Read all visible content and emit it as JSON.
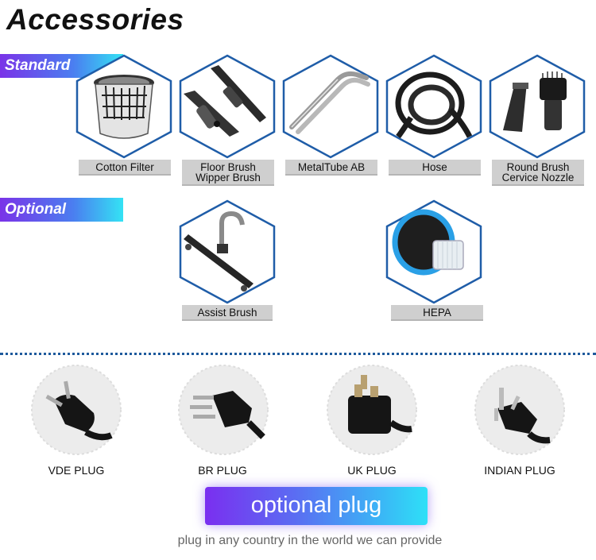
{
  "page": {
    "title": "Accessories",
    "standard_label": "Standard",
    "optional_label": "Optional"
  },
  "standard_items": [
    {
      "lines": [
        "Cotton Filter"
      ],
      "icon": "cotton-filter-icon"
    },
    {
      "lines": [
        "Floor Brush",
        "Wipper Brush"
      ],
      "icon": "floor-brush-icon"
    },
    {
      "lines": [
        "MetalTube AB"
      ],
      "icon": "metal-tube-icon"
    },
    {
      "lines": [
        "Hose"
      ],
      "icon": "hose-icon"
    },
    {
      "lines": [
        "Round Brush",
        "Cervice Nozzle"
      ],
      "icon": "round-brush-icon"
    }
  ],
  "optional_items": [
    {
      "lines": [
        "Assist Brush"
      ],
      "icon": "assist-brush-icon"
    },
    {
      "lines": [
        "HEPA"
      ],
      "icon": "hepa-filter-icon"
    }
  ],
  "plugs": [
    {
      "label": "VDE PLUG",
      "icon": "vde-plug-icon"
    },
    {
      "label": "BR PLUG",
      "icon": "br-plug-icon"
    },
    {
      "label": "UK PLUG",
      "icon": "uk-plug-icon"
    },
    {
      "label": "INDIAN PLUG",
      "icon": "indian-plug-icon"
    }
  ],
  "plug_section": {
    "button_label": "optional plug",
    "tagline": "plug in any country in the world we can provide"
  },
  "colors": {
    "hex_border": "#1f5da8",
    "divider": "#1e5a9c",
    "caption_bg": "#cfcfcf"
  }
}
